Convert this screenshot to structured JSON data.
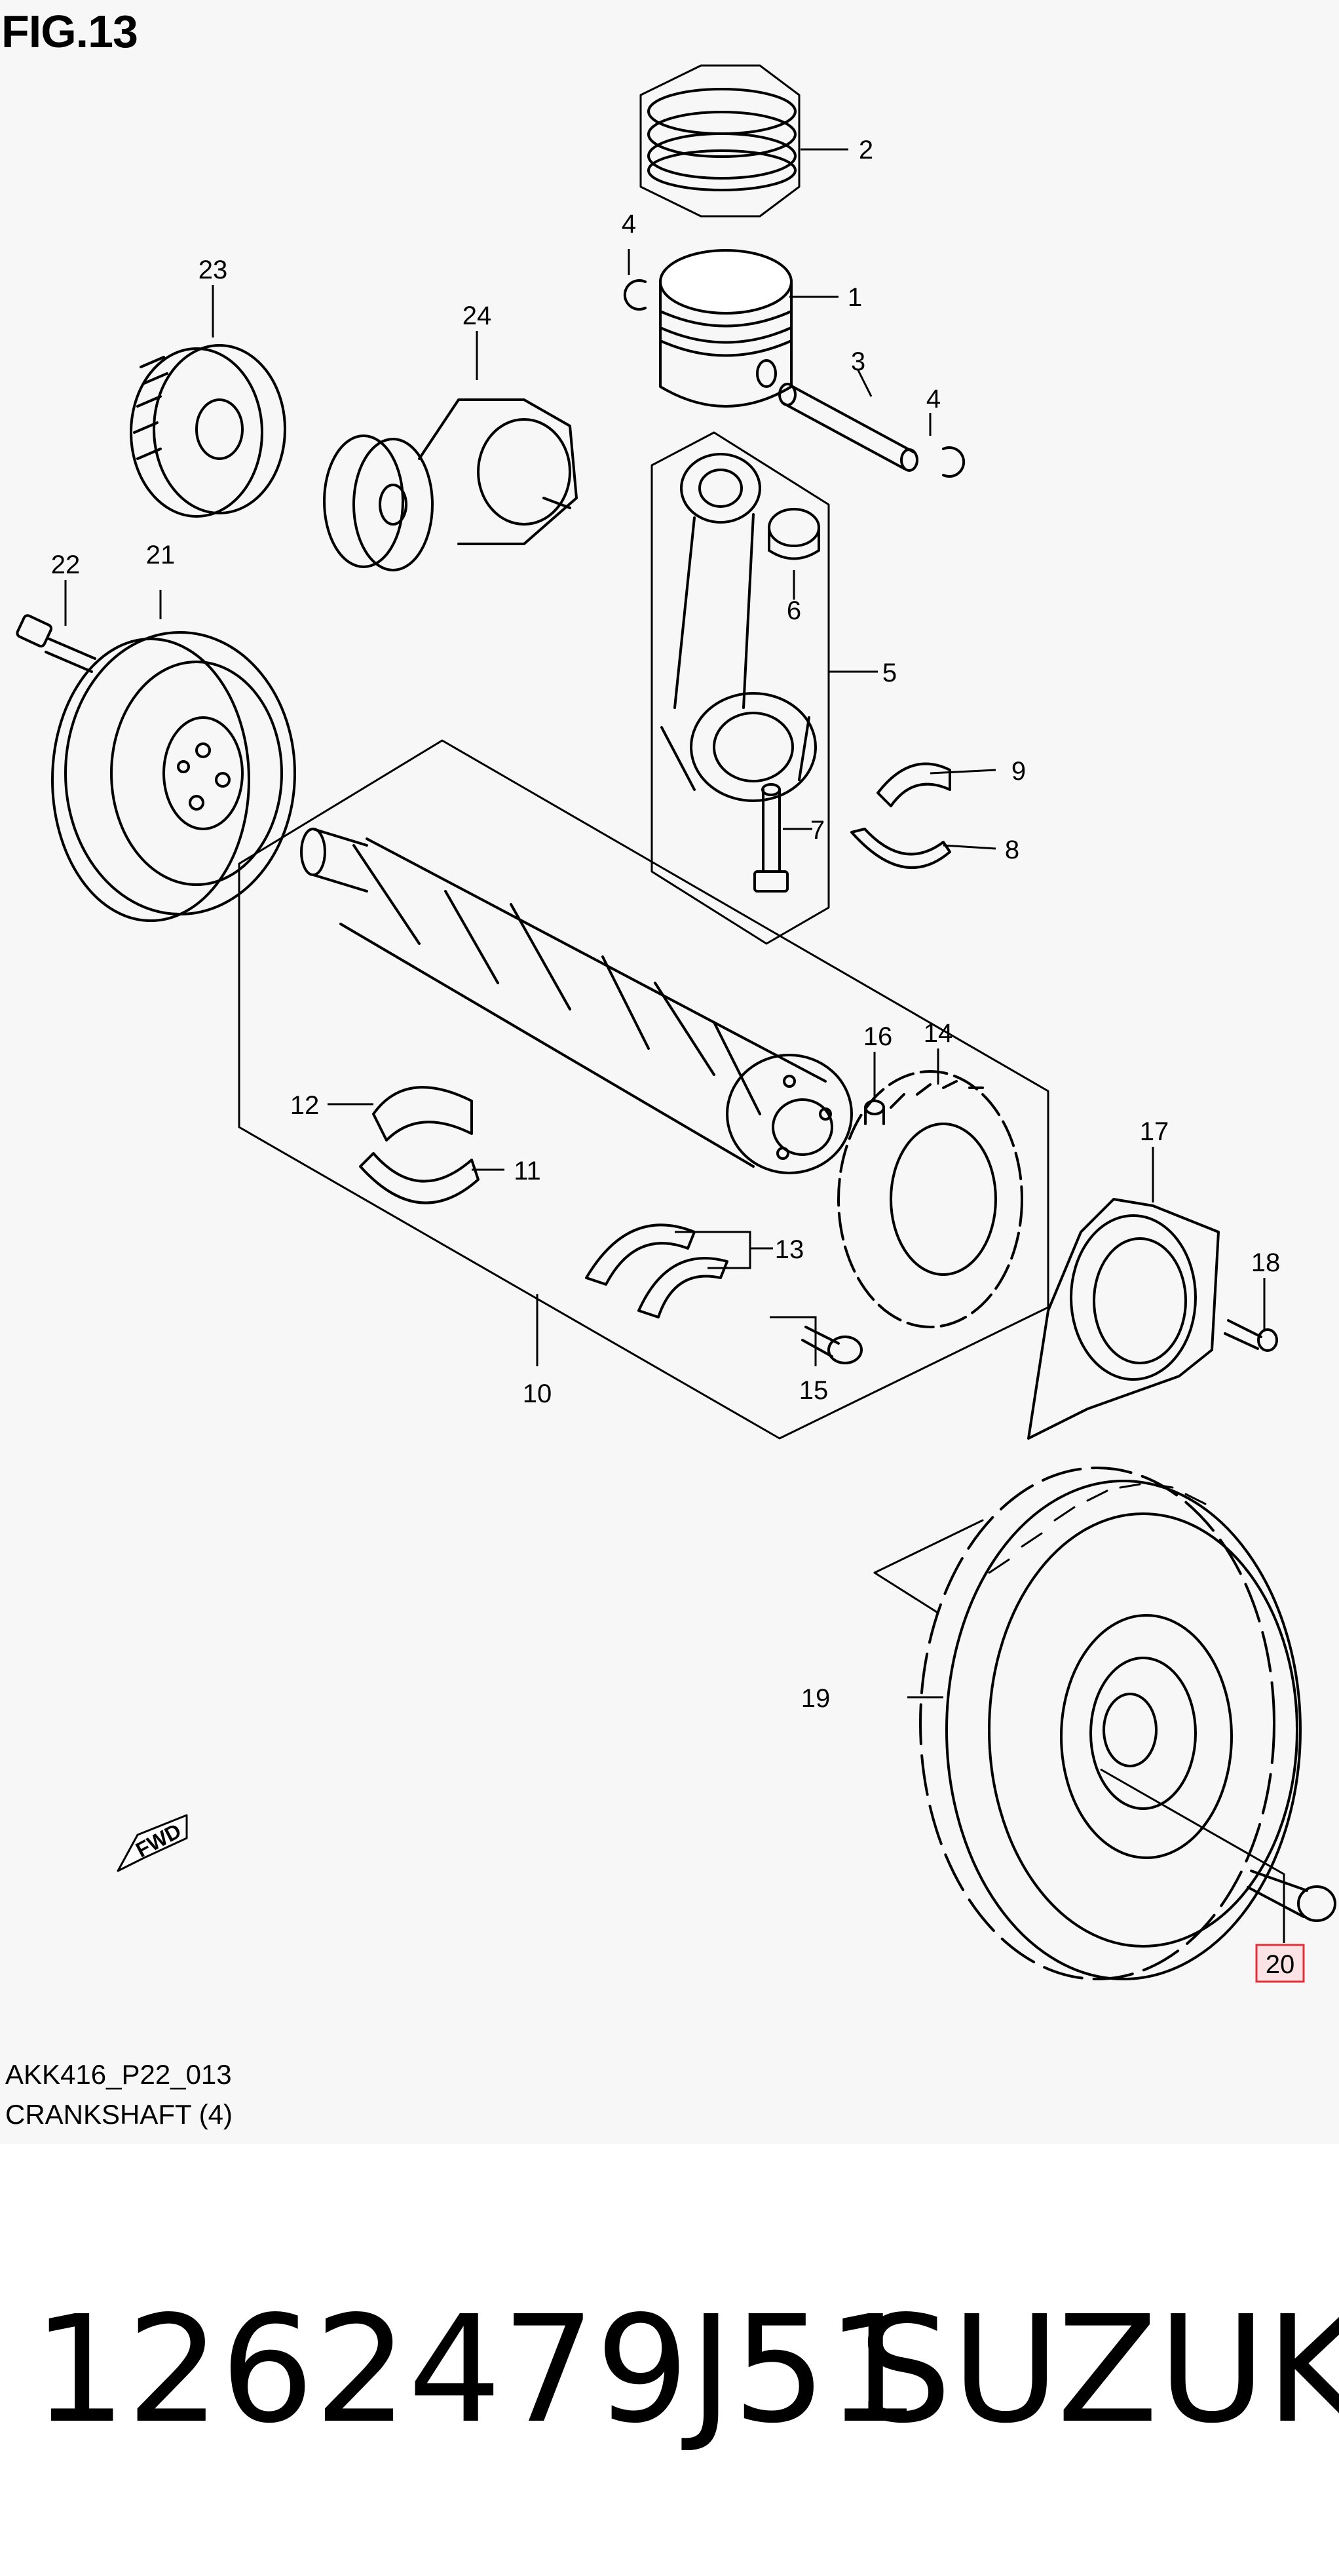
{
  "figure": {
    "title": "FIG.13",
    "code": "AKK416_P22_013",
    "caption": "CRANKSHAFT (4)"
  },
  "callouts": [
    {
      "label": "1",
      "part": "piston"
    },
    {
      "label": "2",
      "part": "piston ring set"
    },
    {
      "label": "3",
      "part": "piston pin"
    },
    {
      "label": "4",
      "part": "piston pin circlip"
    },
    {
      "label": "4",
      "part": "piston pin circlip"
    },
    {
      "label": "5",
      "part": "connecting rod"
    },
    {
      "label": "6",
      "part": "small end bushing"
    },
    {
      "label": "7",
      "part": "connecting rod bolt"
    },
    {
      "label": "8",
      "part": "connecting rod bearing lower"
    },
    {
      "label": "9",
      "part": "connecting rod bearing upper"
    },
    {
      "label": "10",
      "part": "crankshaft assembly"
    },
    {
      "label": "11",
      "part": "main bearing lower"
    },
    {
      "label": "12",
      "part": "main bearing upper"
    },
    {
      "label": "13",
      "part": "thrust washer"
    },
    {
      "label": "14",
      "part": "sensor plate"
    },
    {
      "label": "15",
      "part": "sensor plate bolt"
    },
    {
      "label": "16",
      "part": "dowel pin"
    },
    {
      "label": "17",
      "part": "rear oil seal housing"
    },
    {
      "label": "18",
      "part": "oil seal housing bolt"
    },
    {
      "label": "19",
      "part": "flywheel"
    },
    {
      "label": "20",
      "part": "flywheel bolt",
      "highlighted": true
    },
    {
      "label": "21",
      "part": "crankshaft pulley"
    },
    {
      "label": "22",
      "part": "crankshaft pulley bolt"
    },
    {
      "label": "23",
      "part": "idler pulley"
    },
    {
      "label": "24",
      "part": "belt tensioner"
    }
  ],
  "direction_arrow": {
    "label": "FWD"
  },
  "footer": {
    "part_number": "1262479J51",
    "brand": "SUZUKI"
  },
  "colors": {
    "highlight": "#e0303a",
    "highlight_fill": "#fbe3e5",
    "linework": "#000000"
  }
}
